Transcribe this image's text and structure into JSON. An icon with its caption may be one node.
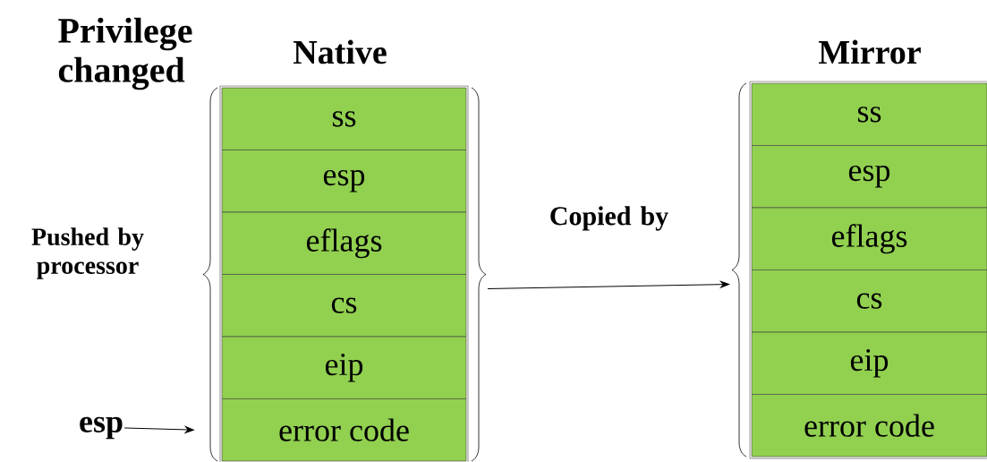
{
  "diagram": {
    "nodes": [
      {
        "text": [
          "Native"
        ]
      },
      {
        "text": [
          "ss"
        ],
        "in": 0
      },
      {
        "text": [
          "esp"
        ],
        "in": 0
      },
      {
        "text": [
          "eflags"
        ],
        "in": 0
      },
      {
        "text": [
          "cs"
        ],
        "in": 0
      },
      {
        "text": [
          "eip"
        ],
        "in": 0
      },
      {
        "text": [
          "error code"
        ],
        "in": 0
      },
      {
        "text": [
          "Mirror"
        ]
      },
      {
        "text": [
          "ss"
        ],
        "in": 7
      },
      {
        "text": [
          "esp"
        ],
        "in": 7
      },
      {
        "text": [
          "eflags"
        ],
        "in": 7
      },
      {
        "text": [
          "cs"
        ],
        "in": 7
      },
      {
        "text": [
          "eip"
        ],
        "in": 7
      },
      {
        "text": [
          "error code"
        ],
        "in": 7
      },
      {
        "text": [
          "esp"
        ]
      }
    ],
    "edges": [
      {
        "from": 0,
        "to": 7,
        "arrow": "to",
        "label": "Copied by"
      },
      {
        "from": 14,
        "to": 6,
        "arrow": "to"
      }
    ],
    "labels": [
      "Privilege changed",
      "Pushed by processor"
    ]
  }
}
